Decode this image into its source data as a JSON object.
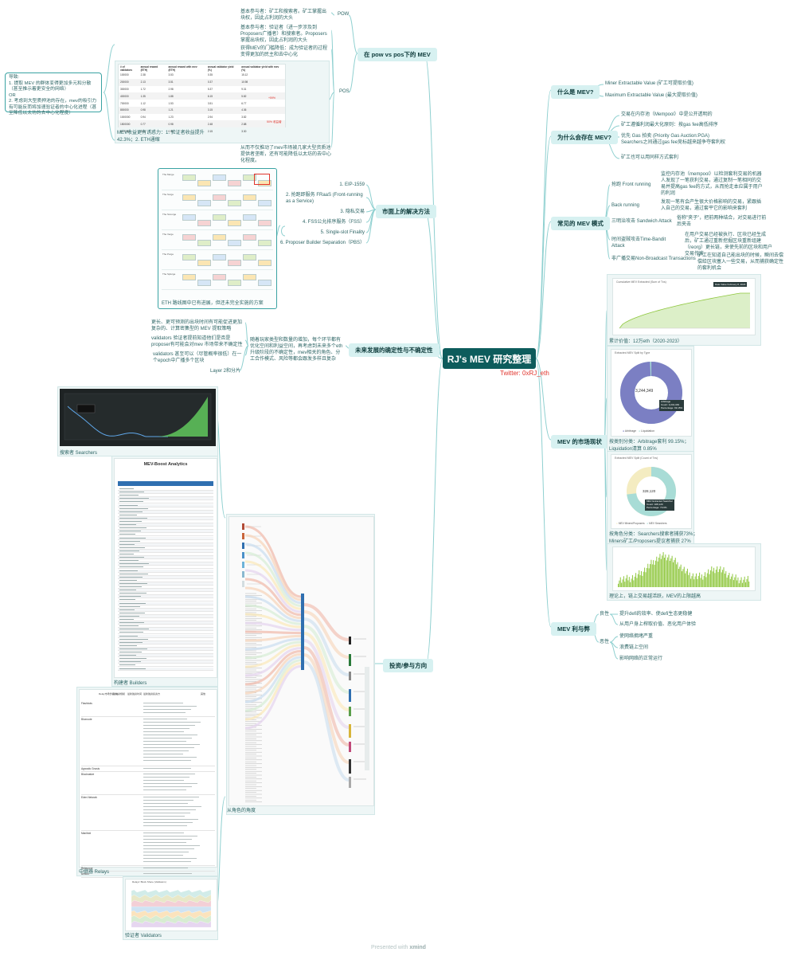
{
  "root": {
    "title": "RJ's MEV 研究整理",
    "twitter": "Twitter: 0xRJ_eth"
  },
  "colors": {
    "root_bg": "#0d5c5c",
    "category_bg": "#d7f1f1",
    "line": "#8fd0d0",
    "accent_red": "#e0342c",
    "chart_green": "#8fc73e",
    "donut_purple": "#7b7fc3",
    "donut_teal": "#a8dcd6",
    "donut_cream": "#f4ecc1"
  },
  "right": {
    "what_is": {
      "label": "什么是 MEV?",
      "items": [
        "Miner Extractable Value (矿工可提取价值)",
        "Maximum Extractable Value (最大提取价值)"
      ]
    },
    "why": {
      "label": "为什么会存在 MEV?",
      "items": [
        "交易在内存池（Mempool）中是公开透明的",
        "矿工遵循利润最大化原则：按gas fee高低排序",
        "优先 Gas 拍卖 (Priority Gas Auction:PGA)     Searchers之间通过gas fee竞标越来越争夺套利权",
        "矿工也可以用同样方式套利"
      ]
    },
    "modes": {
      "label": "常见的 MEV 模式",
      "items": [
        {
          "name": "抢跑 Front running",
          "desc": "监控内存池（mempool）以检测套利交易的机器人发现了一笔获利交易，通过复制一笔相同的交易并提高gas fee的方式，从而抢走本应属于用户的利润"
        },
        {
          "name": "Back running",
          "desc": "发现一笔有会产生很大价格影响的交易，紧跟插入自己的交易，通过套平它的影响来套利"
        },
        {
          "name": "三明治攻击 Sandwich Attack",
          "desc": "俗称\"夹子\"，把前两种结合，对交易进行前后夹击"
        },
        {
          "name": "时间盗贼攻击Time-Bandit Attack",
          "desc": "在用户交易已经被执行、区块已经生成后，矿工通过重新挖掘区块重新组建（reorg）更长链，来使先前的区块和用户交易作废"
        },
        {
          "name": "非广播交易Non-Broadcast Transactions",
          "desc": "矿工在知道自己能出块的时候，瞬间去偿偿给区块塞入一些交易，从而捕获确定性的套利机会"
        }
      ]
    },
    "market": {
      "label": "MEV 的市场现状",
      "cap1": "累计价值：12万eth（2020-2023）",
      "cap2": "按类别分类：Arbitrage套利 99.15%；Liquidation清算 0.85%",
      "cap3": "按角色分类：Searchers搜索者捕获73%；Miners矿工/Proposers提议者捕获 27%",
      "cap4": "理论上，链上交易越活跃，MEV的上限越高",
      "donut1": {
        "title": "Extracted MEV Split by Type",
        "total": "3,244,349",
        "legend": [
          "Arbitrage",
          "Liquidation"
        ],
        "tooltip": [
          "Arbitrage",
          "Count:",
          "3,244,349",
          "Percentage:",
          "99.15%"
        ],
        "arbitrage_pct": 99.15
      },
      "donut2": {
        "title": "Extracted MEV Split (Count of Txs)",
        "total": "328,120",
        "legend": [
          "MEV Miners/Proposers",
          "MEV Searchers"
        ],
        "tooltip": [
          "MEV Extracted Searcher",
          "Count:",
          "328,120",
          "Percentage:",
          "73.0%"
        ],
        "searchers_pct": 73
      },
      "cumchart": {
        "title": "Cumulative MEV Extracted (Sum of Txs)",
        "tooltip": [
          "Date Value",
          "February 8, 2023"
        ]
      }
    },
    "pros_cons": {
      "label": "MEV 利与弊",
      "pro": "良性",
      "con": "恶性",
      "pro_items": [
        "提升defi的效率、使defi生态更稳健",
        "从用户身上榨取价值、恶化用户体验"
      ],
      "con_items": [
        "使网络拥堵严重",
        "浪费链上空间",
        "影响网络的正常运行"
      ]
    }
  },
  "left": {
    "pow_pos": {
      "label": "在 pow vs pos下的 MEV",
      "pow": "POW",
      "pos": "POS",
      "pow_items": [
        "基本参与者：矿工和搜索者。矿工掌握出块权，因此占利润的大头"
      ],
      "pos_items": [
        "基本参与者：验证者（进一步涉及到 Proposers广播者）和搜索者。Proposers 掌握出块权，因此占利润的大头",
        "获得MEV的门槛降低：成为验证者的过程变得更加的民主和去中心化"
      ],
      "mev_boost": "MEV收益更有诱惑力：1. 验证者收益提升42.3%；2. ETH通缩",
      "pos_note": "从而不仅推动了mev市场被几家大型资质池提供者垄断，还有可能降低以太坊的去中心化程度。",
      "note": "导致:\n1. 提取 MEV 的群体变得更加多元和分散（甚至推示着更安全的网络）\nOR\n2. 考虑到大型质押池的存在，mev的吸引力有可能反而将加速验证者的中心化进程（甚至降低以太坊的去中心化程度）",
      "table": {
        "headers": [
          "# of validators",
          "annual reward (ETH)",
          "annual reward with mev (ETH)",
          "annual validator yield (%)",
          "annual validator yield with mev (%)"
        ],
        "rows": [
          [
            "100000",
            "2.38",
            "3.53",
            "0.35",
            "15.12"
          ],
          [
            "200000",
            "2.13",
            "3.51",
            "0.37",
            "10.98"
          ],
          [
            "300000",
            "1.72",
            "2.98",
            "5.37",
            "9.31"
          ],
          [
            "400000",
            "1.35",
            "1.88",
            "6.15",
            "5.82"
          ],
          [
            "700000",
            "1.12",
            "1.53",
            "3.51",
            "6.77"
          ],
          [
            "800000",
            "0.98",
            "1.21",
            "3.15",
            "4.36"
          ],
          [
            "1000000",
            "0.94",
            "1.23",
            "2.94",
            "3.82"
          ],
          [
            "1500000",
            "0.77",
            "0.98",
            "2.48",
            "2.88"
          ],
          [
            "1870000",
            "0.66",
            "0.94",
            "2.15",
            "3.30"
          ]
        ],
        "annotation1": "+59%",
        "annotation2": "50% 收益增"
      }
    },
    "solutions": {
      "label": "市面上的解决方法",
      "items": [
        "1. EIP-1559",
        "2. 抢跑即服务 FRaaS (Front-running as a Service)",
        "3. 隐私交易",
        "4. FSS公允排序服务（FSS）",
        "5. Single-slot Finality",
        "6. Proposer Builder Separation（PBS）"
      ],
      "roadmap_caption": "ETH 路线图中已有进展，但还未完全实施的方案",
      "roadmap_rows": [
        "The Merge",
        "The Surge",
        "The Scourge",
        "The Verge",
        "The Purge",
        "The Splurge"
      ]
    },
    "future": {
      "label": "未来发展的确定性与不确定性",
      "main": "随着玩家类型和数量的增加，每个环节都有优化空间和利益空间，再考虑到未来多个eth升级阶段的不确定性，mev相关的角色、分工合作模式、风险等都会跟发多样且复杂",
      "items": [
        "更长、更可预测的出块时间有可能促进更加复杂的、计算密集型的 MEV 提取策略",
        "validators 验证者提前知道他们是否是proposer有可能会对mev 市场带来不确定性",
        "validators 甚至可以（尽管概率很低）在一个epoch中广播多个区块",
        "Layer 2和分片"
      ]
    },
    "roles": {
      "label": "投资/参与方向",
      "captions": {
        "searchers": "搜索者 Searchers",
        "builders": "构建者 Builders",
        "relays": "中继器 Relays",
        "validators": "验证者 Validators",
        "angle": "从角色的角度"
      },
      "builders_title": "MEV-Boost Analytics",
      "relays_headers": [
        "",
        "Relay市场份额(%)",
        "总融资规模",
        "最新融资时间",
        "最新融资投资方",
        "其他"
      ],
      "relays_rows": [
        "Flashbots",
        "Bloxroute",
        "Agnostic Gnosis",
        "Blocknative",
        "Eden Network",
        "Manifold",
        "Relayooor",
        "Aestus"
      ],
      "validators_title": "Relays' Block Share (Validators)"
    }
  },
  "footer": {
    "text": "Presented with",
    "brand": "xmind"
  }
}
